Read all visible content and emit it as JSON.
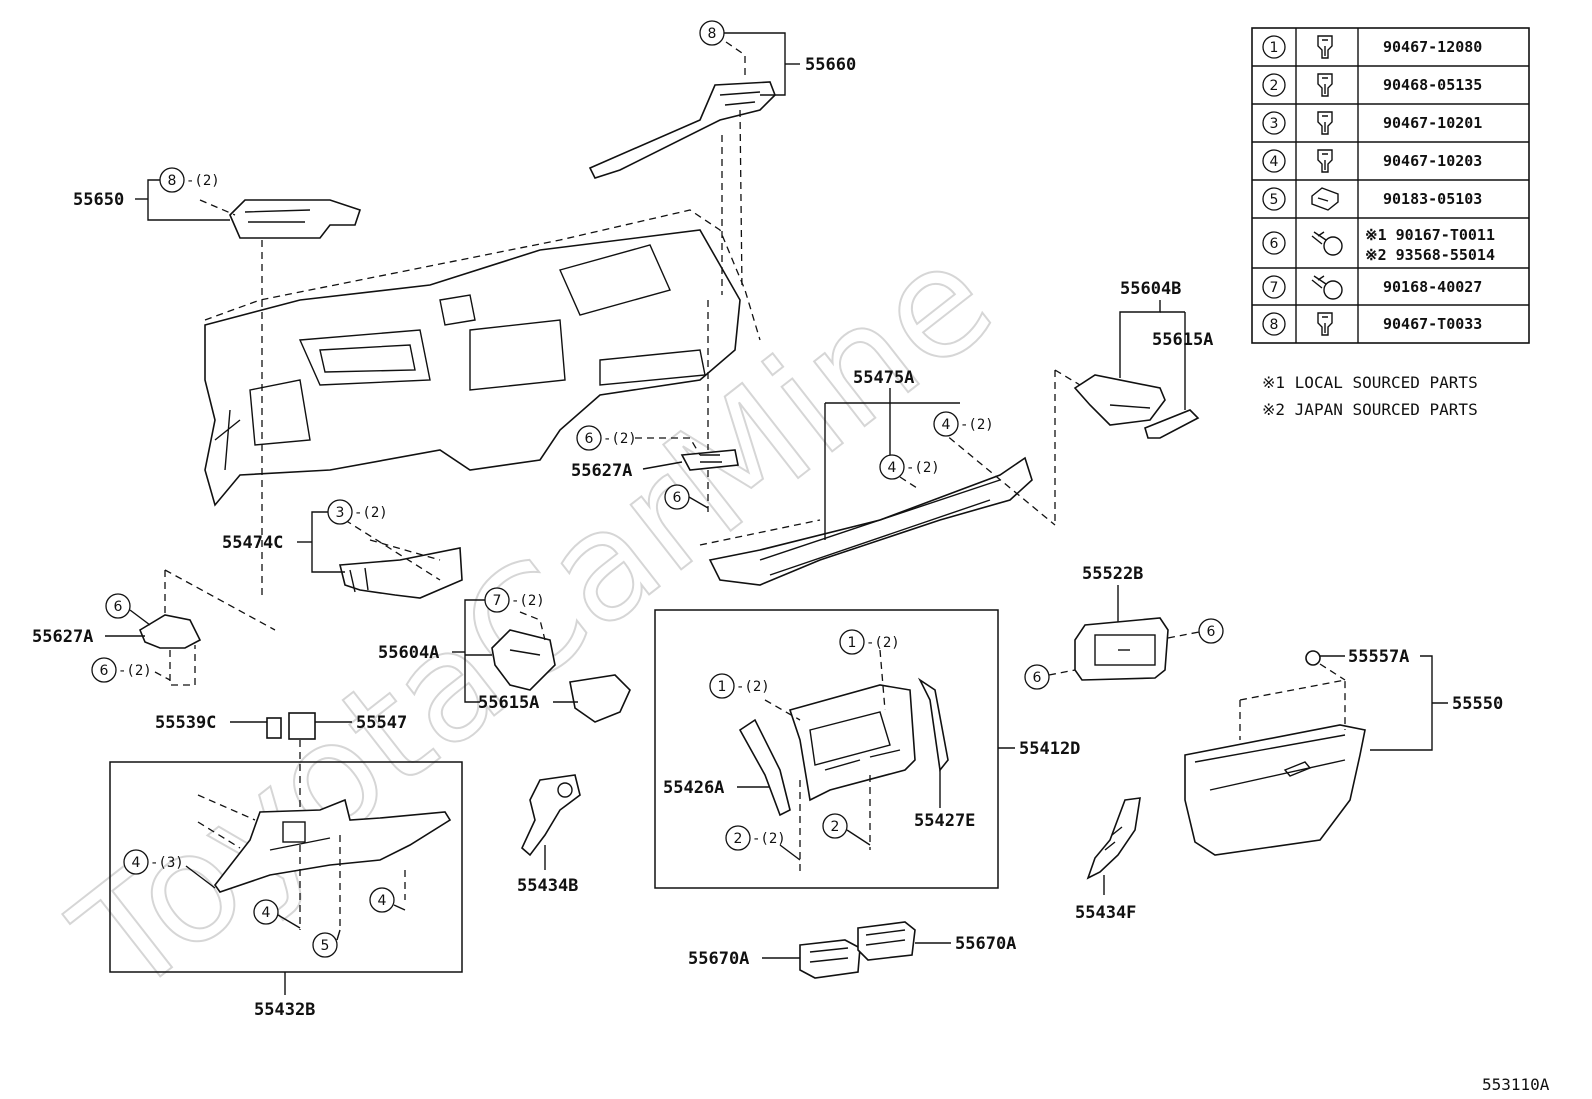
{
  "labels": {
    "p55660": "55660",
    "p55650": "55650",
    "p55604B": "55604B",
    "p55615A_r": "55615A",
    "p55475A": "55475A",
    "p55627A_c": "55627A",
    "p55474C": "55474C",
    "p55627A_l": "55627A",
    "p55604A": "55604A",
    "p55615A_l": "55615A",
    "p55539C": "55539C",
    "p55547": "55547",
    "p55432B": "55432B",
    "p55434B": "55434B",
    "p55426A": "55426A",
    "p55412D": "55412D",
    "p55427E": "55427E",
    "p55522B": "55522B",
    "p55557A": "55557A",
    "p55550": "55550",
    "p55434F": "55434F",
    "p55670A_l": "55670A",
    "p55670A_r": "55670A",
    "figure_code": "553110A"
  },
  "callouts": {
    "c8_top": "8",
    "c8_left": "8",
    "q8_left": "-(2)",
    "c6_mid": "6",
    "q6_mid": "-(2)",
    "c6_mid2": "6",
    "c4_a": "4",
    "q4_a": "-(2)",
    "c4_b": "4",
    "q4_b": "-(2)",
    "c3": "3",
    "q3": "-(2)",
    "c6_l1": "6",
    "c6_l2": "6",
    "q6_l2": "-(2)",
    "c7": "7",
    "q7": "-(2)",
    "c1_a": "1",
    "q1_a": "-(2)",
    "c1_b": "1",
    "q1_b": "-(2)",
    "c2_a": "2",
    "q2_a": "-(2)",
    "c2_b": "2",
    "c6_r1": "6",
    "c6_r2": "6",
    "c4_c": "4",
    "q4_c": "-(3)",
    "c4_d": "4",
    "c4_e": "4",
    "c5": "5"
  },
  "parts_table": [
    {
      "num": "1",
      "icon": "clip-icon",
      "part": "90467-12080"
    },
    {
      "num": "2",
      "icon": "clip-icon",
      "part": "90468-05135"
    },
    {
      "num": "3",
      "icon": "clip-icon",
      "part": "90467-10201"
    },
    {
      "num": "4",
      "icon": "clip-icon",
      "part": "90467-10203"
    },
    {
      "num": "5",
      "icon": "nut-icon",
      "part": "90183-05103"
    },
    {
      "num": "6",
      "icon": "screw-icon",
      "part_1": "※1  90167-T0011",
      "part_2": "※2  93568-55014"
    },
    {
      "num": "7",
      "icon": "screw-icon",
      "part": "90168-40027"
    },
    {
      "num": "8",
      "icon": "clip-icon",
      "part": "90467-T0033"
    }
  ],
  "notes": {
    "n1": "※1  LOCAL  SOURCED  PARTS",
    "n2": "※2  JAPAN  SOURCED  PARTS"
  },
  "watermark": "ToyotaCarMine"
}
